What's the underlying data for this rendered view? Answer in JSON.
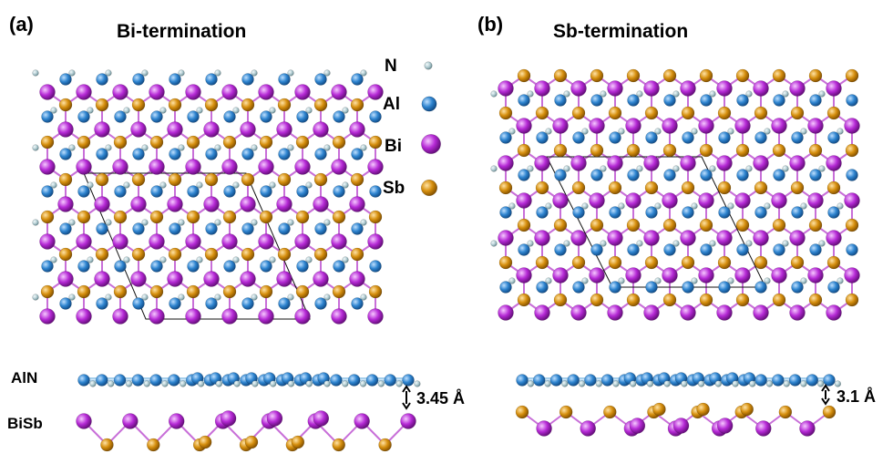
{
  "panels": [
    {
      "letter": "(a)",
      "title": "Bi-termination",
      "distance": "3.45 Å"
    },
    {
      "letter": "(b)",
      "title": "Sb-termination",
      "distance": "3.1 Å"
    }
  ],
  "legend": [
    {
      "label": "N",
      "color": "#aec9cf"
    },
    {
      "label": "Al",
      "color": "#2f85d0"
    },
    {
      "label": "Bi",
      "color": "#b62ad6"
    },
    {
      "label": "Sb",
      "color": "#d68f0e"
    }
  ],
  "side_labels": {
    "top_layer": "AlN",
    "bottom_layer": "BiSb"
  },
  "colors": {
    "bond_light": "#a7d0ec",
    "bond_bisb": "#c86fd8",
    "cell_line": "#111111"
  }
}
